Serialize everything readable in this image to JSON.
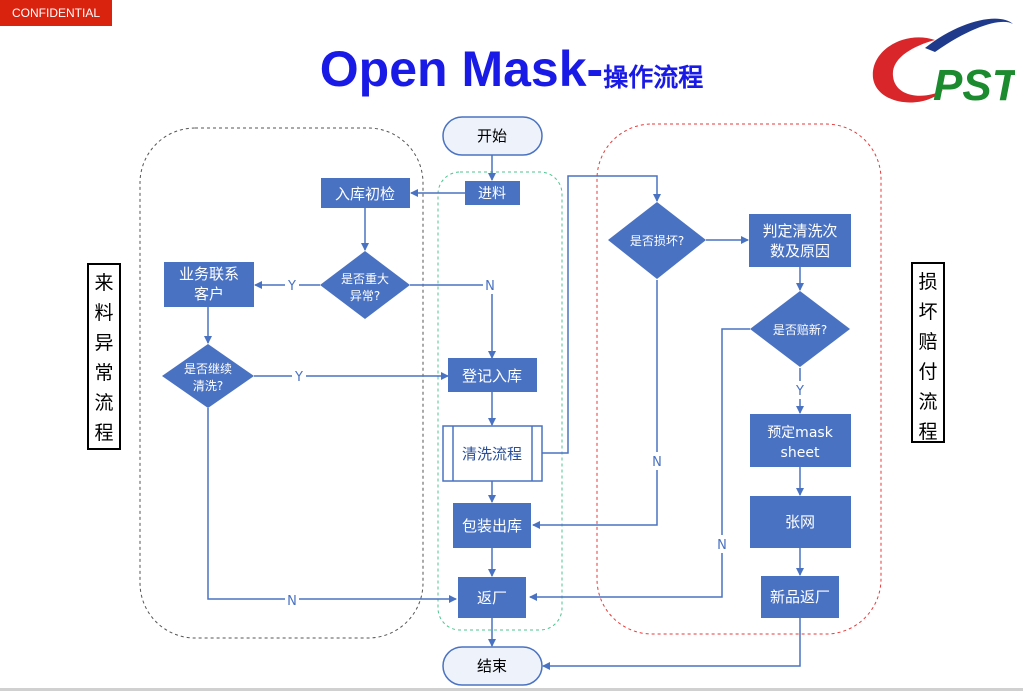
{
  "confidential": "CONFIDENTIAL",
  "title": {
    "en": "Open Mask-",
    "zh": "操作流程"
  },
  "logo": {
    "text": "PST",
    "colors": {
      "swoosh": "#d8262a",
      "text": "#1c8a2e",
      "arc": "#1f3a8a"
    }
  },
  "side_labels": {
    "left": [
      "来",
      "料",
      "异",
      "常",
      "流",
      "程"
    ],
    "right": [
      "损",
      "坏",
      "赔",
      "付",
      "流",
      "程"
    ]
  },
  "colors": {
    "box": "#4a72c2",
    "line": "#4a72c2",
    "terminal_bg": "#eef3fb",
    "green_group": "#4fc490",
    "red_group": "#e83a3a",
    "gray_group": "#555555"
  },
  "nodes": {
    "start": "开始",
    "intake": "进料",
    "initial_check": "入库初检",
    "major_abnormal": [
      "是否重大",
      "异常?"
    ],
    "contact_customer": [
      "业务联系",
      "客户"
    ],
    "continue_clean": [
      "是否继续",
      "清洗?"
    ],
    "register": "登记入库",
    "clean_process": "清洗流程",
    "package_out": "包装出库",
    "return_factory": "返厂",
    "end": "结束",
    "damaged": "是否损坏?",
    "judge_clean": [
      "判定清洗次",
      "数及原因"
    ],
    "compensate": "是否赔新?",
    "order_mask": [
      "预定mask",
      "sheet"
    ],
    "stretch": "张网",
    "new_return": "新品返厂"
  },
  "edge_labels": {
    "y1": "Y",
    "n1": "N",
    "y2": "Y",
    "n2": "N",
    "n3": "N",
    "y3": "Y",
    "n4": "N"
  }
}
